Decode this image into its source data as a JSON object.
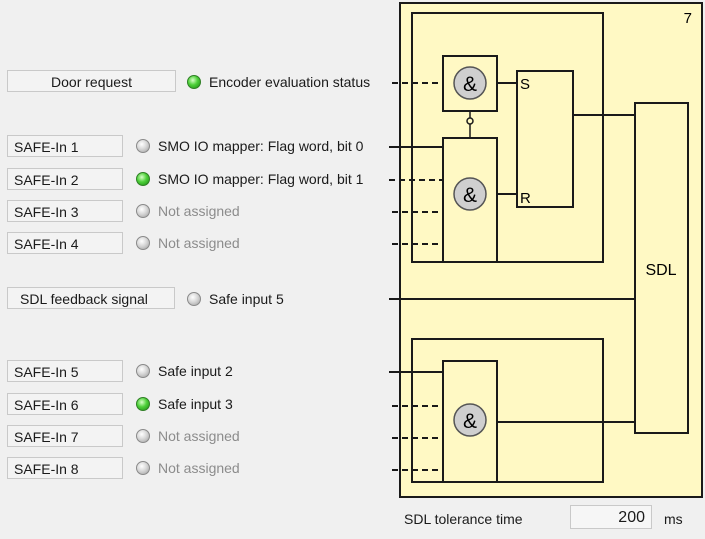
{
  "panel_number": "7",
  "door": {
    "field": "Door request",
    "status": "Encoder evaluation status",
    "led": "green"
  },
  "group1": [
    {
      "field": "SAFE-In 1",
      "label": "SMO IO mapper: Flag word, bit 0",
      "led": "off",
      "dim": false
    },
    {
      "field": "SAFE-In 2",
      "label": "SMO IO mapper: Flag word, bit 1",
      "led": "green",
      "dim": false
    },
    {
      "field": "SAFE-In 3",
      "label": "Not assigned",
      "led": "off",
      "dim": true
    },
    {
      "field": "SAFE-In 4",
      "label": "Not assigned",
      "led": "off",
      "dim": true
    }
  ],
  "feedback": {
    "field": "SDL feedback signal",
    "label": "Safe input 5",
    "led": "off"
  },
  "group2": [
    {
      "field": "SAFE-In 5",
      "label": "Safe input 2",
      "led": "off",
      "dim": false
    },
    {
      "field": "SAFE-In 6",
      "label": "Safe input 3",
      "led": "green",
      "dim": false
    },
    {
      "field": "SAFE-In 7",
      "label": "Not assigned",
      "led": "off",
      "dim": true
    },
    {
      "field": "SAFE-In 8",
      "label": "Not assigned",
      "led": "off",
      "dim": true
    }
  ],
  "diagram": {
    "and_symbol": "&",
    "set_label": "S",
    "reset_label": "R",
    "sdl_label": "SDL"
  },
  "tolerance": {
    "label": "SDL tolerance time",
    "value": "200",
    "unit": "ms"
  },
  "colors": {
    "panel_fill": "#fff9c4",
    "led_on": "#4ed03a",
    "line": "#1a1a1a"
  }
}
